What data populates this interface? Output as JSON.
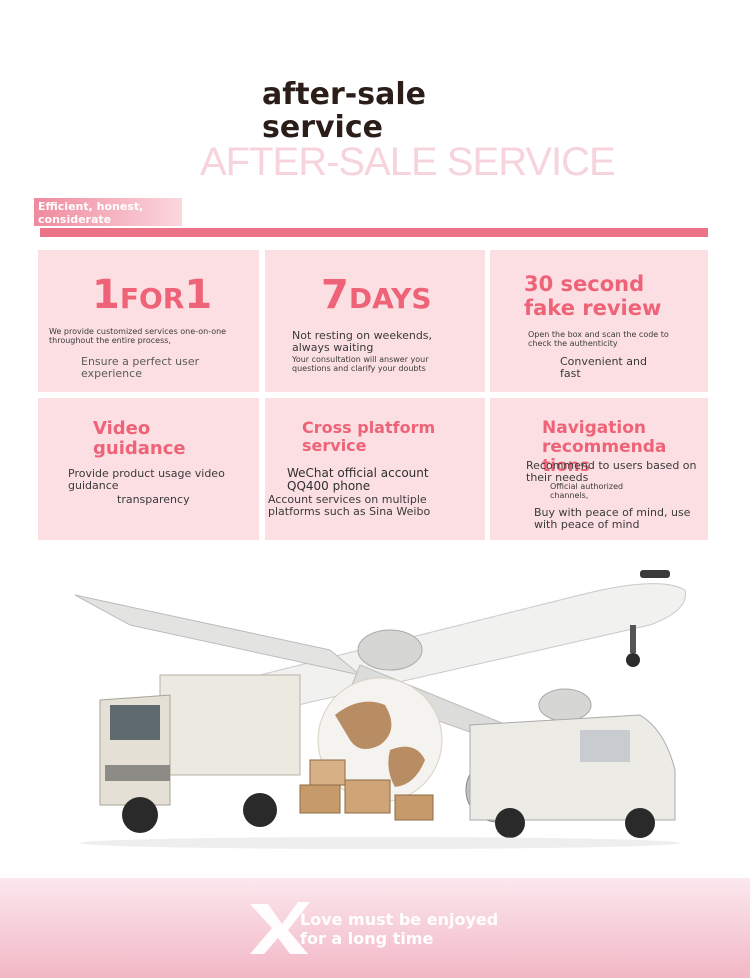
{
  "header": {
    "title": "after-sale service",
    "subtitle_en": "AFTER-SALE SERVICE",
    "tagline": "Efficient, honest, considerate"
  },
  "cards": [
    {
      "head_big": "1",
      "head_mid": "FOR",
      "head_big2": "1",
      "small_text": "We provide customized services one-on-one throughout the entire process,",
      "text": "Ensure a perfect user experience"
    },
    {
      "head_big": "7",
      "head_mid": "DAYS",
      "text": "Not resting on weekends, always waiting",
      "small_text": "Your consultation will answer your questions and clarify your doubts"
    },
    {
      "head": "30 second fake review",
      "small_text": "Open the box and scan the code to check the authenticity",
      "text": "Convenient and fast"
    },
    {
      "head": "Video guidance",
      "text": "Provide product usage video guidance",
      "text2": "transparency"
    },
    {
      "head": "Cross platform service",
      "text": "WeChat official account QQ400 phone",
      "text2": "Account services on multiple platforms such as Sina Weibo"
    },
    {
      "head": "Navigation recommenda tions",
      "text": "Recommend to users based on their needs",
      "small_text": "Official authorized channels,",
      "text2": "Buy with peace of mind, use with peace of mind"
    }
  ],
  "footer": {
    "slogan": "Love must be enjoyed for a long time"
  },
  "colors": {
    "accent": "#ee6377",
    "card_bg": "#fcdfe3",
    "bar": "#ec7387"
  },
  "icons": [
    "x-logo-icon",
    "airplane-truck-globe-illustration"
  ]
}
